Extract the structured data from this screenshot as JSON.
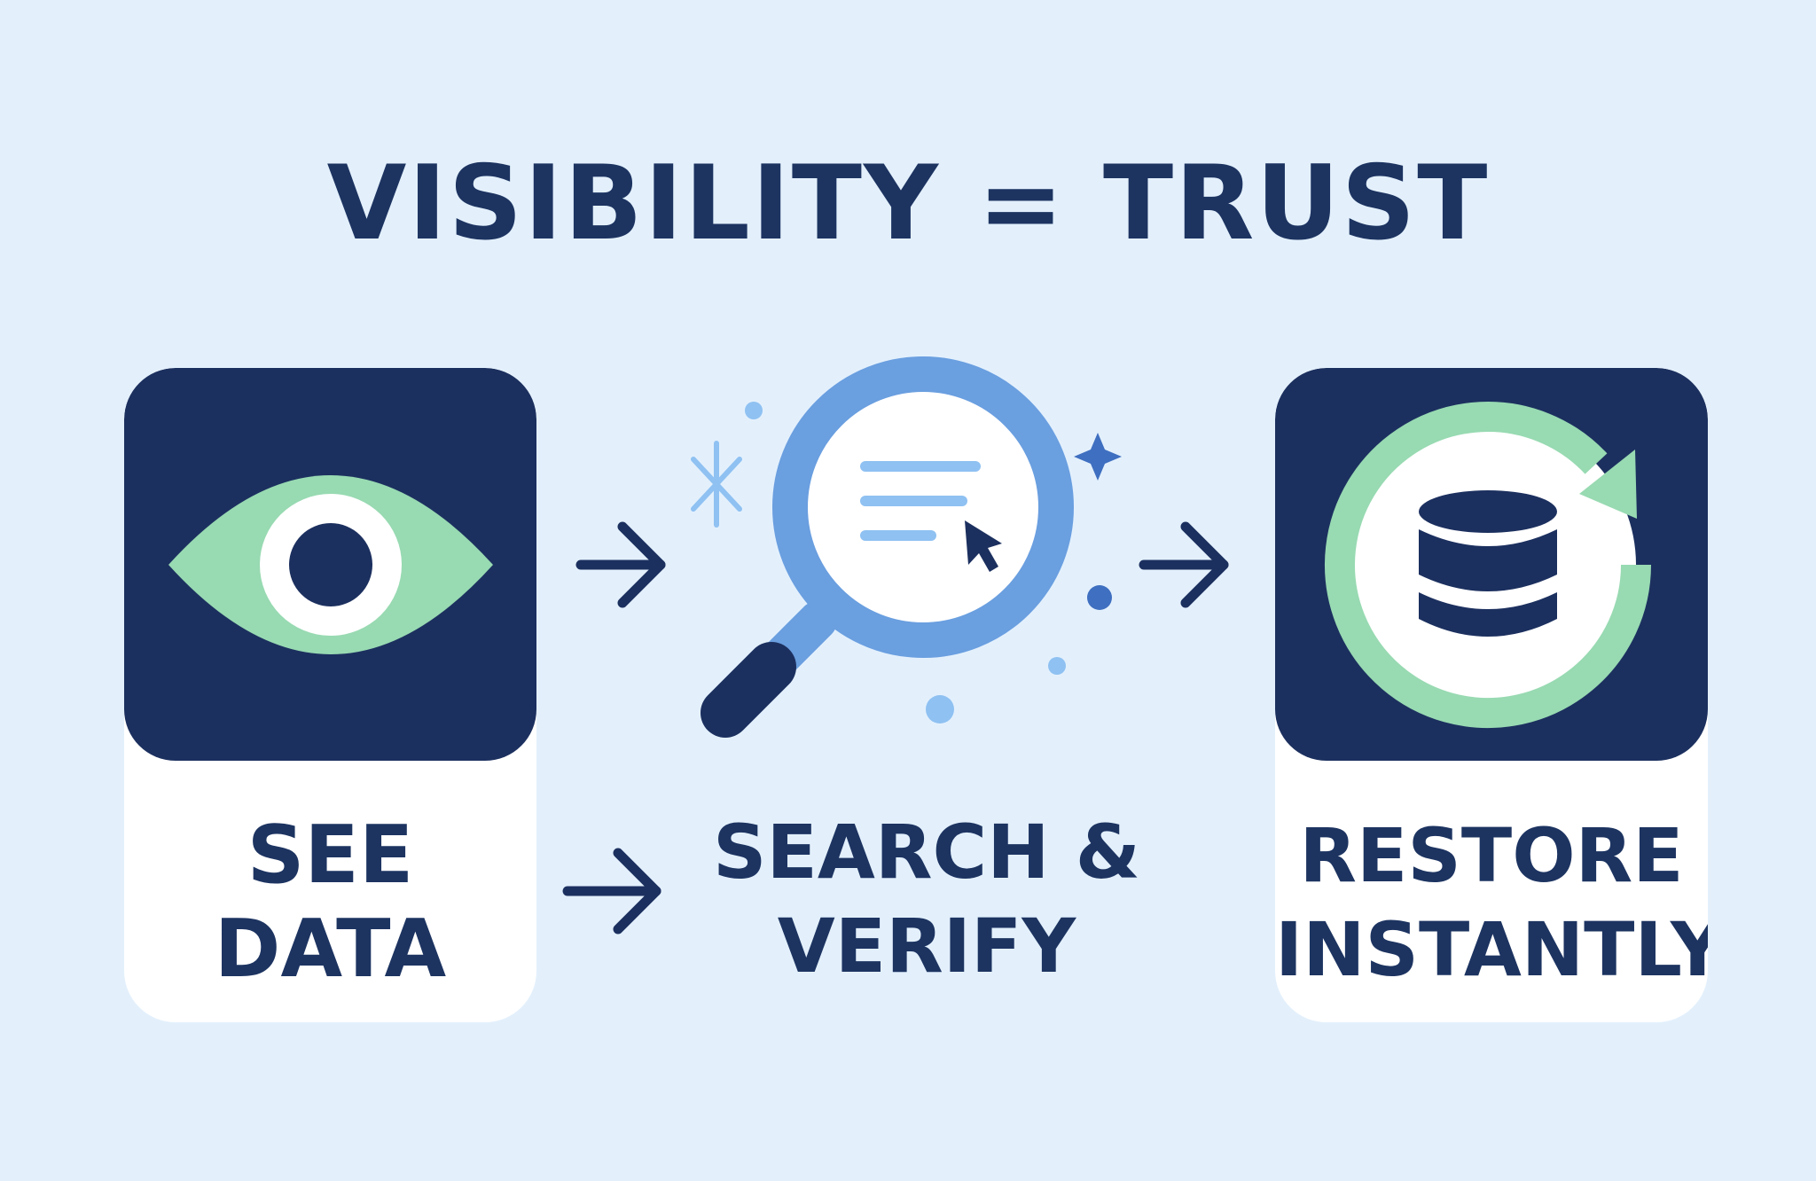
{
  "title": "VISIBILITY = TRUST",
  "steps": [
    {
      "line1": "SEE",
      "line2": "DATA",
      "icon": "eye-icon"
    },
    {
      "line1": "SEARCH &",
      "line2": "VERIFY",
      "icon": "magnifier-icon"
    },
    {
      "line1": "RESTORE",
      "line2": "INSTANTLY",
      "icon": "database-restore-icon"
    }
  ],
  "colors": {
    "background": "#e3f0fc",
    "navy": "#1c305f",
    "green": "#98dab2",
    "blue": "#6a9fe0",
    "white": "#ffffff"
  }
}
